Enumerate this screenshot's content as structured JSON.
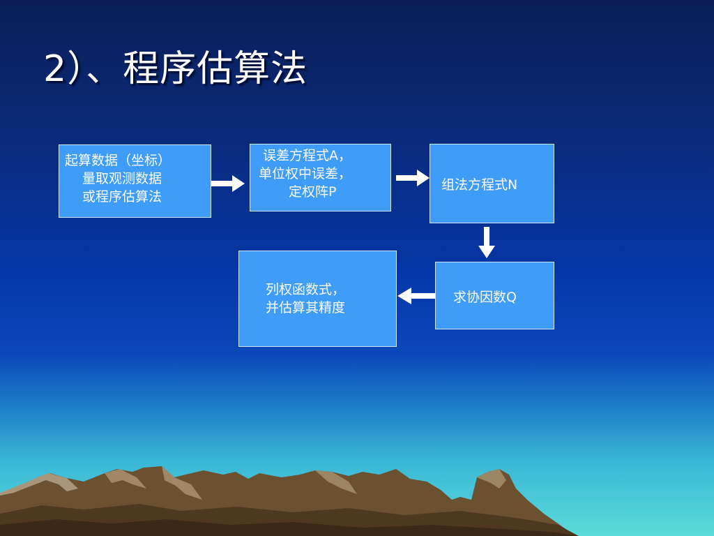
{
  "slide": {
    "title": "2）、程序估算法"
  },
  "flowchart": {
    "boxes": [
      {
        "id": "start-data",
        "lines": [
          "起算数据（坐标）",
          "量取观测数据",
          "或程序估算法"
        ]
      },
      {
        "id": "error-equations",
        "lines": [
          "误差方程式A，",
          "单位权中误差，",
          "定权阵P"
        ]
      },
      {
        "id": "normal-equations",
        "lines": [
          "组法方程式N"
        ]
      },
      {
        "id": "cofactor",
        "lines": [
          "求协因数Q"
        ]
      },
      {
        "id": "weight-function",
        "lines": [
          "列权函数式，",
          "并估算其精度"
        ]
      }
    ],
    "connections": [
      {
        "from": "start-data",
        "to": "error-equations"
      },
      {
        "from": "error-equations",
        "to": "normal-equations"
      },
      {
        "from": "normal-equations",
        "to": "cofactor"
      },
      {
        "from": "cofactor",
        "to": "weight-function"
      }
    ]
  },
  "colors": {
    "box_fill": "#3f9cf8",
    "box_border": "#cfe6ff",
    "arrow": "#ffffff",
    "title": "#ffffff"
  }
}
